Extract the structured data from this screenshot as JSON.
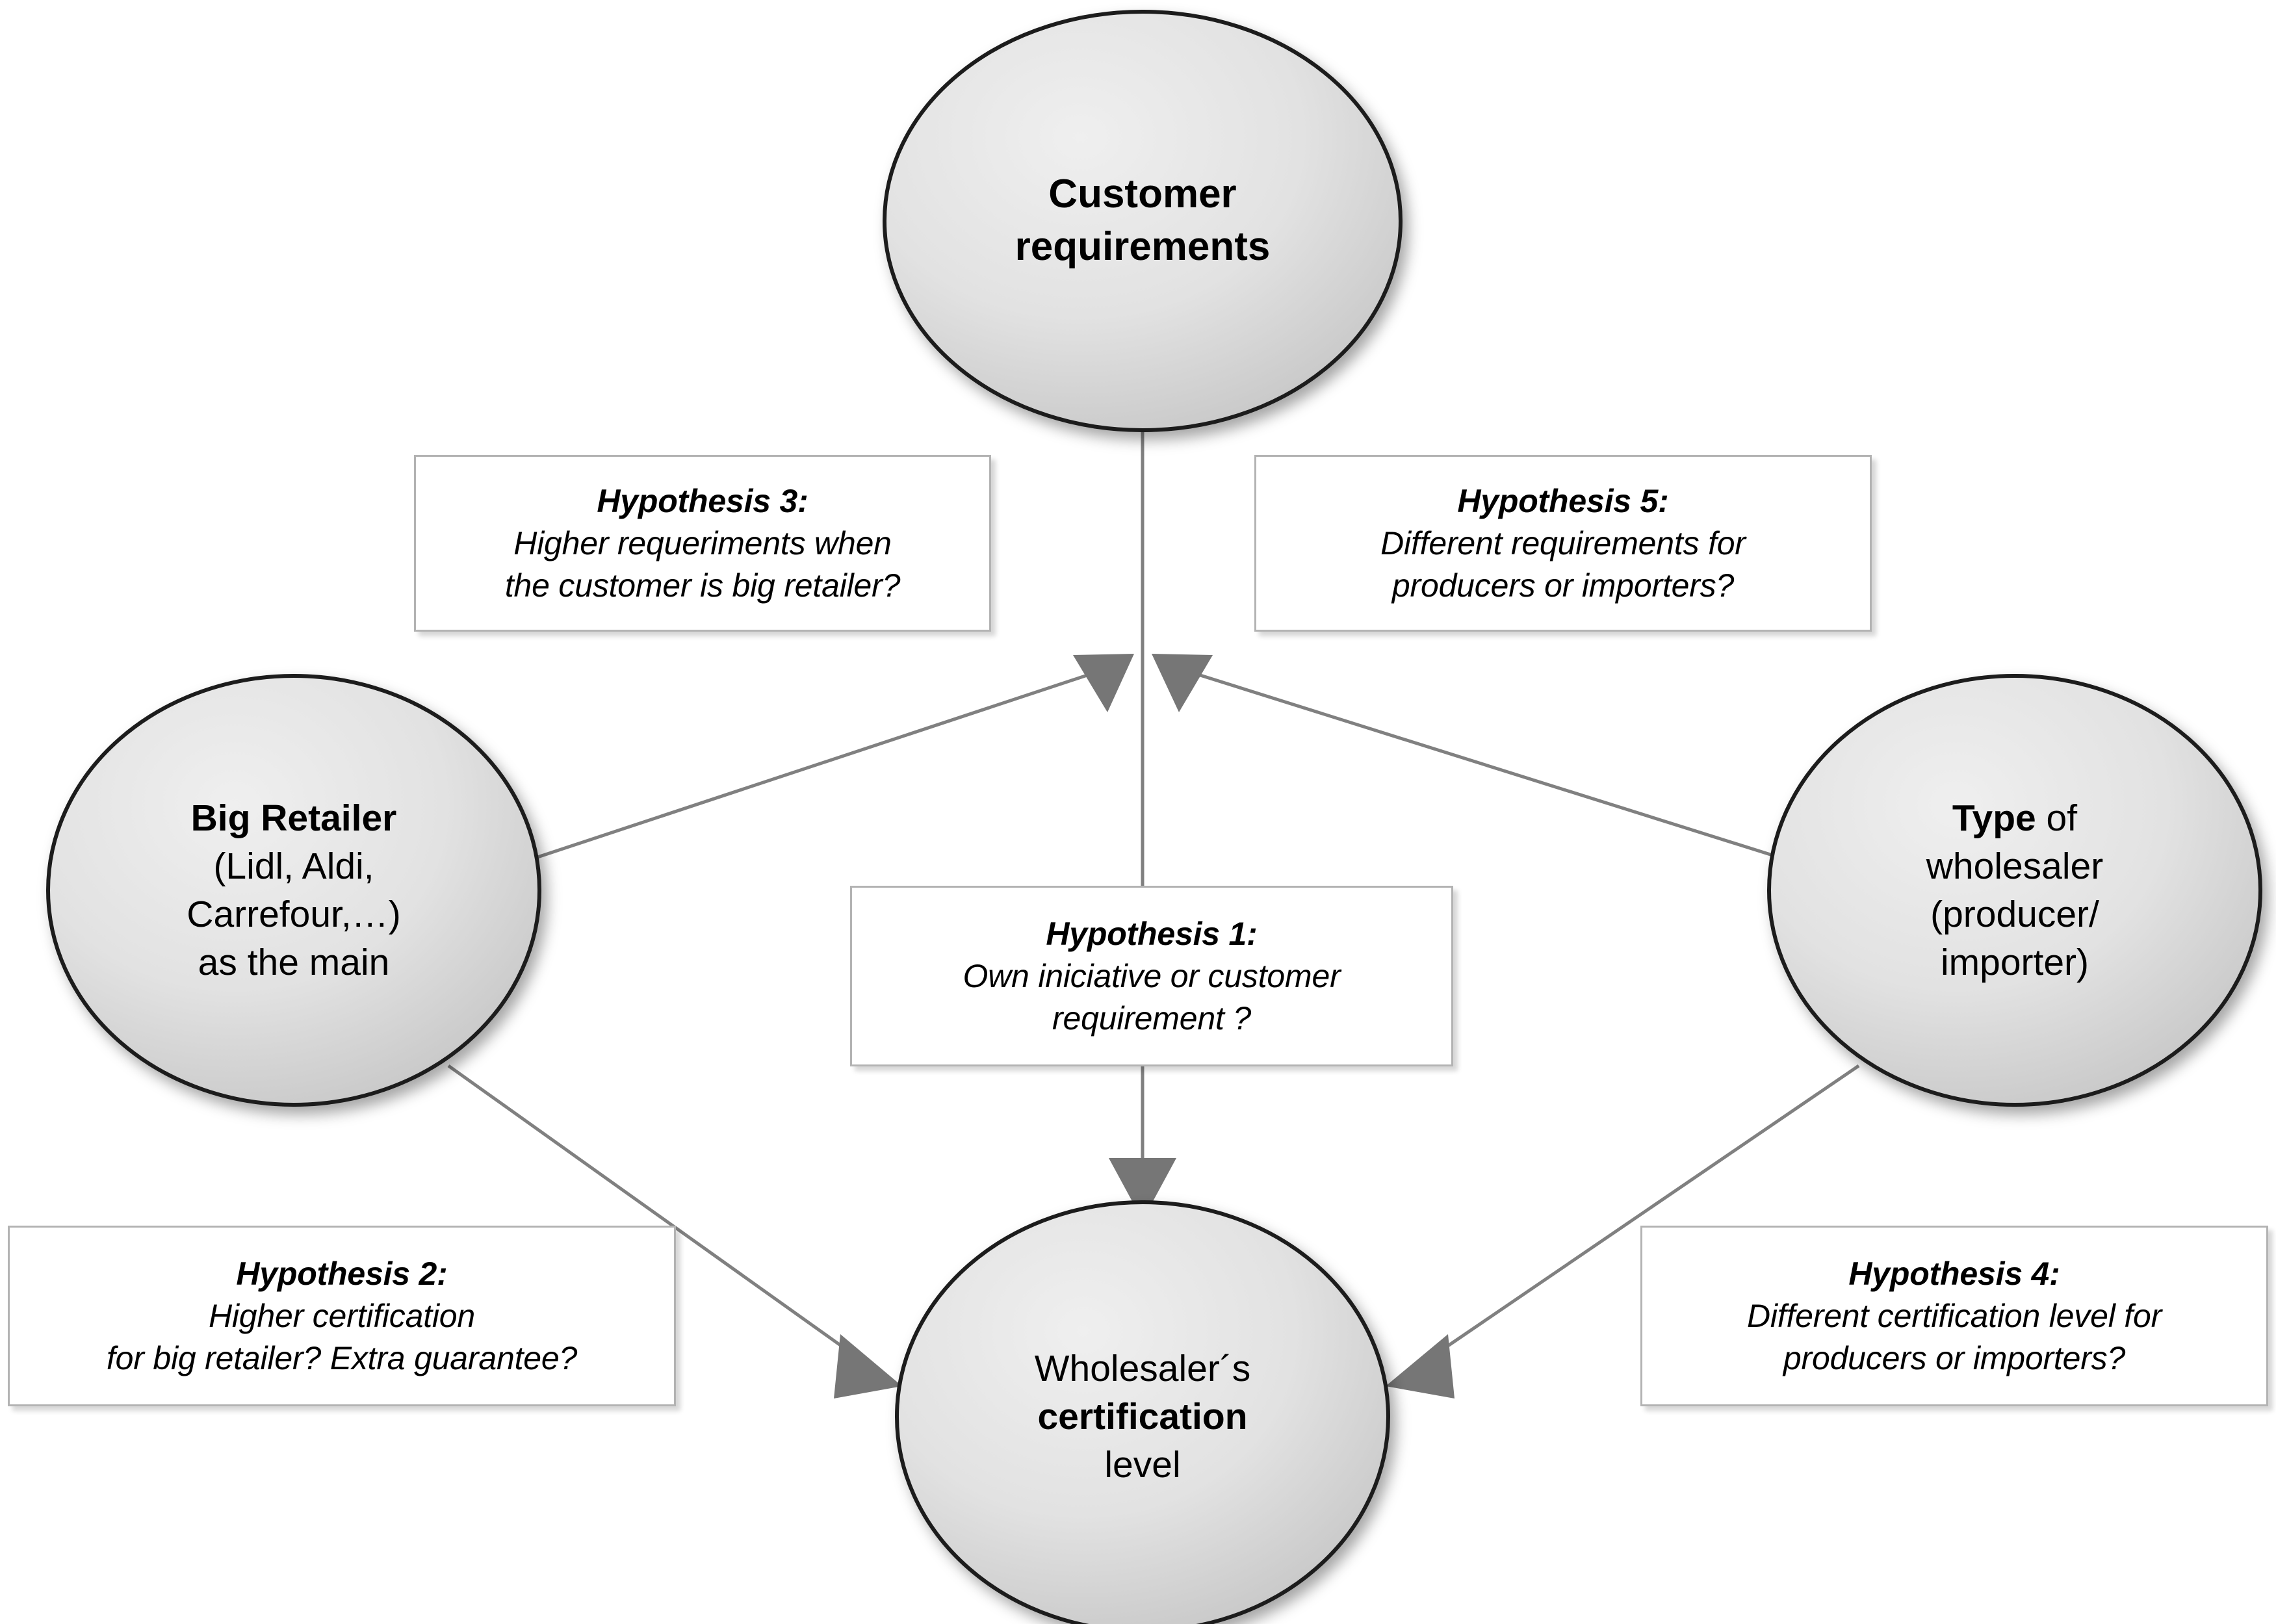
{
  "diagram": {
    "title": "Research model of hypotheses linking customer requirements, big retailer, type of wholesaler and wholesaler's certification level",
    "colors": {
      "node_fill_light": "#ececec",
      "node_fill_dark": "#c9c9c9",
      "node_stroke": "#1a1a1a",
      "box_border": "#b3b3b3",
      "box_fill": "#ffffff",
      "connector": "#808080",
      "arrowhead": "#767676",
      "text": "#000000"
    },
    "nodes": [
      {
        "id": "customer-requirements",
        "name": "customer-requirements-node",
        "shape": "ellipse",
        "lines": [
          {
            "text": "Customer",
            "bold": true
          },
          {
            "text": "requirements",
            "bold": true
          }
        ]
      },
      {
        "id": "big-retailer",
        "name": "big-retailer-node",
        "shape": "ellipse",
        "lines": [
          {
            "text": "Big Retailer",
            "bold": true
          },
          {
            "text": "(Lidl, Aldi,",
            "bold": false
          },
          {
            "text": "Carrefour,…)",
            "bold": false
          },
          {
            "text": "as the main",
            "bold": false
          }
        ]
      },
      {
        "id": "type-of-wholesaler",
        "name": "type-of-wholesaler-node",
        "shape": "ellipse",
        "lines": [
          {
            "text": "Type",
            "bold": true,
            "suffix": " of",
            "suffix_bold": false
          },
          {
            "text": "wholesaler",
            "bold": false
          },
          {
            "text": "(producer/",
            "bold": false
          },
          {
            "text": "importer)",
            "bold": false
          }
        ]
      },
      {
        "id": "wholesaler-certification-level",
        "name": "wholesaler-certification-level-node",
        "shape": "ellipse",
        "lines": [
          {
            "text": "Wholesaler´s",
            "bold": false
          },
          {
            "text": "certification",
            "bold": true
          },
          {
            "text": "level",
            "bold": false
          }
        ]
      }
    ],
    "boxes": [
      {
        "id": "hypothesis-1",
        "title": "Hypothesis 1:",
        "lines": [
          "Own iniciative or customer",
          "requirement ?"
        ]
      },
      {
        "id": "hypothesis-2",
        "title": "Hypothesis 2:",
        "lines": [
          "Higher certification",
          "for big retailer? Extra guarantee?"
        ]
      },
      {
        "id": "hypothesis-3",
        "title": "Hypothesis 3:",
        "lines": [
          "Higher requeriments when",
          "the customer  is big retailer?"
        ]
      },
      {
        "id": "hypothesis-4",
        "title": "Hypothesis 4:",
        "lines": [
          "Different certification  level for",
          "producers  or importers?"
        ]
      },
      {
        "id": "hypothesis-5",
        "title": "Hypothesis 5:",
        "lines": [
          "Different requirements for",
          "producers  or importers?"
        ]
      }
    ],
    "edges": [
      {
        "id": "edge-big-retailer-to-customer-requirements",
        "from": "big-retailer",
        "to": "customer-requirements",
        "arrow": true
      },
      {
        "id": "edge-type-of-wholesaler-to-customer-requirements",
        "from": "type-of-wholesaler",
        "to": "customer-requirements",
        "arrow": true
      },
      {
        "id": "edge-customer-requirements-to-certification",
        "from": "customer-requirements",
        "to": "wholesaler-certification-level",
        "arrow": true
      },
      {
        "id": "edge-big-retailer-to-certification",
        "from": "big-retailer",
        "to": "wholesaler-certification-level",
        "arrow": true
      },
      {
        "id": "edge-type-of-wholesaler-to-certification",
        "from": "type-of-wholesaler",
        "to": "wholesaler-certification-level",
        "arrow": true
      }
    ]
  }
}
